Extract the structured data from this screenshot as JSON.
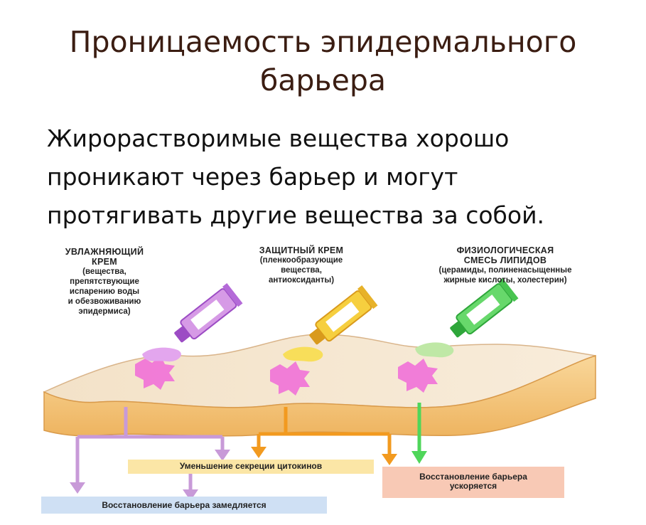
{
  "title_line1": "Проницаемость эпидермального",
  "title_line2": "барьера",
  "subtitle_line1": "Жирорастворимые вещества хорошо",
  "subtitle_line2": "проникают через барьер и могут",
  "subtitle_line3": "протягивать другие вещества за собой.",
  "creams": [
    {
      "name_line1": "УВЛАЖНЯЮЩИЙ",
      "name_line2": "КРЕМ",
      "desc_lines": [
        "(вещества,",
        "препятствующие",
        "испарению воды",
        "и обезвоживанию",
        "эпидермиса)"
      ],
      "color": "#c07ad6"
    },
    {
      "name_line1": "ЗАЩИТНЫЙ КРЕМ",
      "desc_lines": [
        "(пленкообразующие",
        "вещества,",
        "антиоксиданты)"
      ],
      "color": "#f2b81d"
    },
    {
      "name_line1": "ФИЗИОЛОГИЧЕСКАЯ",
      "name_line2": "СМЕСЬ ЛИПИДОВ",
      "desc_lines": [
        "(церамиды, полиненасыщенные",
        "жирные кислоты, холестерин)"
      ],
      "color": "#3fcf4a"
    }
  ],
  "outcomes": {
    "cytokines": "Уменьшение секреции цитокинов",
    "barrier_faster_line1": "Восстановление барьера",
    "barrier_faster_line2": "ускоряется",
    "barrier_slower": "Восстановление барьера замедляется"
  },
  "colors": {
    "title": "#3b1d12",
    "skin_top": "#f7ead8",
    "skin_side": "#f4c77e",
    "purple_arrow": "#c89ad8",
    "orange_arrow": "#f29a1f",
    "green_arrow": "#4fd65a",
    "pink_splash": "#f06ad8",
    "box_yellow": "#fbe6a6",
    "box_salmon": "#f8c9b5",
    "box_blue": "#cfe0f4"
  }
}
